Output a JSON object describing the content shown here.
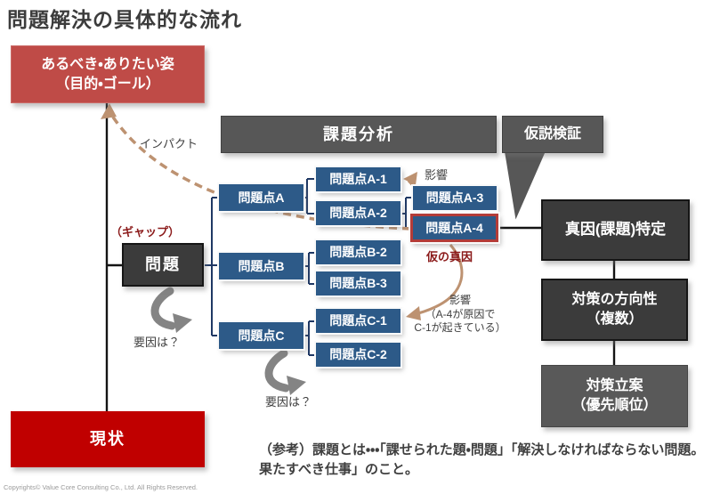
{
  "title": "問題解決の具体的な流れ",
  "goal": {
    "line1": "あるべき・ありたい姿",
    "line2": "（目的・ゴール）"
  },
  "current": {
    "label": "現状"
  },
  "problem": {
    "label": "問題",
    "gap_label": "（ギャップ）"
  },
  "headers": {
    "analysis": "課題分析",
    "hypothesis": "仮説検証"
  },
  "nodes": {
    "a": "問題点A",
    "a1": "問題点A-1",
    "a2": "問題点A-2",
    "a3": "問題点A-3",
    "a4": "問題点A-4",
    "b": "問題点B",
    "b2": "問題点B-2",
    "b3": "問題点B-3",
    "c": "問題点C",
    "c1": "問題点C-1",
    "c2": "問題点C-2"
  },
  "right_flow": {
    "root_cause": "真因(課題)特定",
    "direction": {
      "line1": "対策の方向性",
      "line2": "（複数）"
    },
    "plan": {
      "line1": "対策立案",
      "line2": "（優先順位）"
    }
  },
  "annotations": {
    "impact": "インパクト",
    "tentative_cause": "仮の真因",
    "influence_top": "影響",
    "influence_bottom": {
      "line1": "影響",
      "line2": "（A-4が原因で",
      "line3": "C-1が起きている）"
    },
    "cause_question_1": "要因は？",
    "cause_question_2": "要因は？"
  },
  "note": {
    "line1": "（参考）課題とは・・・「課せられた題・問題」「解決しなければならない問題。",
    "line2": "果たすべき仕事」のこと。"
  },
  "copyright": "Copyrights© Value Core Consulting Co., Ltd.  All Rights Reserved.",
  "colors": {
    "muted_red": "#bf4b47",
    "bright_red": "#c00000",
    "dark_gray": "#575757",
    "darker_gray": "#3b3b3b",
    "node_blue": "#2d5a88",
    "tree_line_navy": "#1f3864",
    "tan_arrow": "#bd9271",
    "highlight_red_border": "#b43c38",
    "dark_red_text": "#8b1a1a",
    "gray_arrow": "#848484"
  }
}
